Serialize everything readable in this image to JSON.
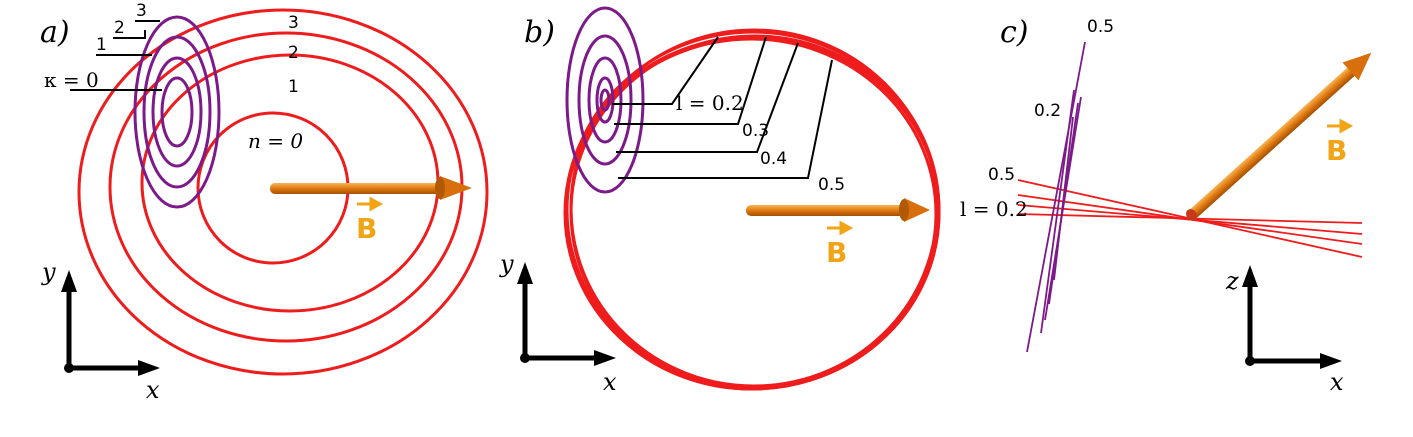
{
  "panels": {
    "a": {
      "label": "a)",
      "n_labels": [
        "n = 0",
        "1",
        "2",
        "3"
      ],
      "kappa_labels": [
        "κ = 0",
        "1",
        "2",
        "3"
      ],
      "field_label": "B",
      "axis_x": "x",
      "axis_y": "y"
    },
    "b": {
      "label": "b)",
      "l_labels": [
        "l = 0.2",
        "0.3",
        "0.4",
        "0.5"
      ],
      "field_label": "B",
      "axis_x": "x",
      "axis_y": "y"
    },
    "c": {
      "label": "c)",
      "red_labels": [
        "0.5",
        "l = 0.2"
      ],
      "purple_labels": [
        "0.2",
        "0.5"
      ],
      "field_label": "B",
      "axis_x": "x",
      "axis_z": "z"
    }
  },
  "colors": {
    "red_orbit": "#ee1c1c",
    "purple_orbit": "#7d1a8a",
    "field_arrow": "#e07a10",
    "field_label": "#f2a417",
    "axes": "#000000"
  }
}
